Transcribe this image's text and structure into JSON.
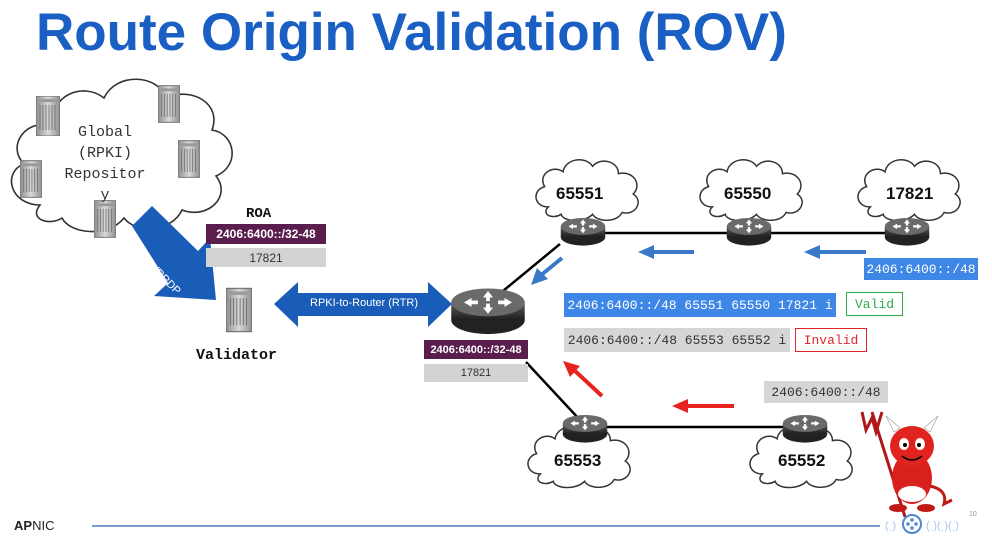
{
  "title": "Route Origin Validation (ROV)",
  "repository": {
    "lines": [
      "Global",
      "(RPKI)",
      "Repositor",
      "y"
    ]
  },
  "rsync_label": "rsync/RRDP",
  "roa": {
    "heading": "ROA",
    "prefix": "2406:6400::/32-48",
    "asn": "17821"
  },
  "validator_label": "Validator",
  "rtr_label": "RPKI-to-Router (RTR)",
  "router_roa": {
    "prefix": "2406:6400::/32-48",
    "asn": "17821"
  },
  "as_numbers": {
    "a": "65551",
    "b": "65550",
    "c": "17821",
    "d": "65553",
    "e": "65552"
  },
  "announcements": {
    "origin": "2406:6400::/48",
    "hijack": "2406:6400::/48",
    "valid_route": "2406:6400::/48 65551 65550 17821 i",
    "valid_status": "Valid",
    "invalid_route": "2406:6400::/48 65553 65552 i",
    "invalid_status": "Invalid"
  },
  "footer": {
    "logo_bold": "AP",
    "logo_rest": "NIC",
    "page": "10"
  },
  "colors": {
    "title": "#1a5fc4",
    "arrow_blue": "#3a78c9",
    "arrow_red": "#e8231f",
    "roa": "#5a1e4e",
    "valid": "#2eaa4a",
    "invalid": "#e0262a"
  }
}
